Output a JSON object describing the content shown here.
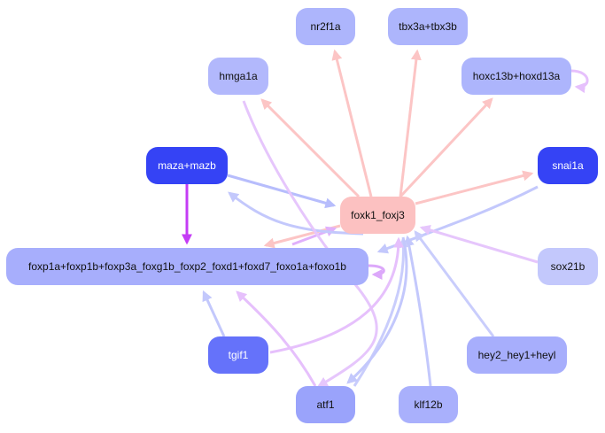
{
  "graph": {
    "nodes": [
      {
        "id": "nr2f1a",
        "label": "nr2f1a",
        "color": "#adb5fc"
      },
      {
        "id": "tbx3a",
        "label": "tbx3a+tbx3b",
        "color": "#adb5fc"
      },
      {
        "id": "hmga1a",
        "label": "hmga1a",
        "color": "#b2b8fc"
      },
      {
        "id": "hoxc13b",
        "label": "hoxc13b+hoxd13a",
        "color": "#adb5fc"
      },
      {
        "id": "maza",
        "label": "maza+mazb",
        "color": "#3543f5",
        "dark": true
      },
      {
        "id": "snai1a",
        "label": "snai1a",
        "color": "#3543f5",
        "dark": true
      },
      {
        "id": "foxk1",
        "label": "foxk1_foxj3",
        "color": "#fcc1c1"
      },
      {
        "id": "foxp1a",
        "label": "foxp1a+foxp1b+foxp3a_foxg1b_foxp2_foxd1+foxd7_foxo1a+foxo1b",
        "color": "#a7aefc"
      },
      {
        "id": "sox21b",
        "label": "sox21b",
        "color": "#c3c8fc"
      },
      {
        "id": "tgif1",
        "label": "tgif1",
        "color": "#6572fa",
        "dark": true
      },
      {
        "id": "hey2",
        "label": "hey2_hey1+heyl",
        "color": "#a7aefc"
      },
      {
        "id": "atf1",
        "label": "atf1",
        "color": "#9aa3fb"
      },
      {
        "id": "klf12b",
        "label": "klf12b",
        "color": "#a9b0fc"
      }
    ],
    "edges": [
      {
        "from": "foxk1",
        "to": "nr2f1a",
        "color": "#fcc5c5"
      },
      {
        "from": "foxk1",
        "to": "tbx3a",
        "color": "#fcc5c5"
      },
      {
        "from": "foxk1",
        "to": "hmga1a",
        "color": "#fcc5c5"
      },
      {
        "from": "foxk1",
        "to": "hoxc13b",
        "color": "#fcc5c5"
      },
      {
        "from": "foxk1",
        "to": "snai1a",
        "color": "#fcc5c5"
      },
      {
        "from": "foxk1",
        "to": "foxp1a",
        "color": "#fcc5c5"
      },
      {
        "from": "hoxc13b",
        "to": "hoxc13b",
        "color": "#e6c0fc"
      },
      {
        "from": "maza",
        "to": "foxk1",
        "color": "#b7bdfc"
      },
      {
        "from": "maza",
        "to": "foxp1a",
        "color": "#c43cf5"
      },
      {
        "from": "snai1a",
        "to": "foxk1",
        "color": "#c3c8fc"
      },
      {
        "from": "snai1a",
        "to": "foxp1a",
        "color": "#dca8fa"
      },
      {
        "from": "foxp1a",
        "to": "foxp1a",
        "color": "#e0b0fb"
      },
      {
        "from": "foxp1a",
        "to": "foxk1",
        "color": "#c3c8fc"
      },
      {
        "from": "foxk1",
        "to": "maza",
        "color": "#e6c6fc"
      },
      {
        "from": "hmga1a",
        "to": "atf1",
        "color": "#e6c6fc"
      },
      {
        "from": "sox21b",
        "to": "foxk1",
        "color": "#c9cdfc"
      },
      {
        "from": "hey2",
        "to": "foxk1",
        "color": "#c3c8fc"
      },
      {
        "from": "klf12b",
        "to": "foxk1",
        "color": "#c9cdfc"
      },
      {
        "from": "atf1",
        "to": "foxk1",
        "color": "#c3c8fc"
      },
      {
        "from": "foxk1",
        "to": "atf1",
        "color": "#e6c0fc"
      },
      {
        "from": "tgif1",
        "to": "foxk1",
        "color": "#c3c8fc"
      },
      {
        "from": "tgif1",
        "to": "foxp1a",
        "color": "#e6c0fc"
      },
      {
        "from": "atf1",
        "to": "foxp1a",
        "color": "#e6c0fc"
      }
    ]
  }
}
